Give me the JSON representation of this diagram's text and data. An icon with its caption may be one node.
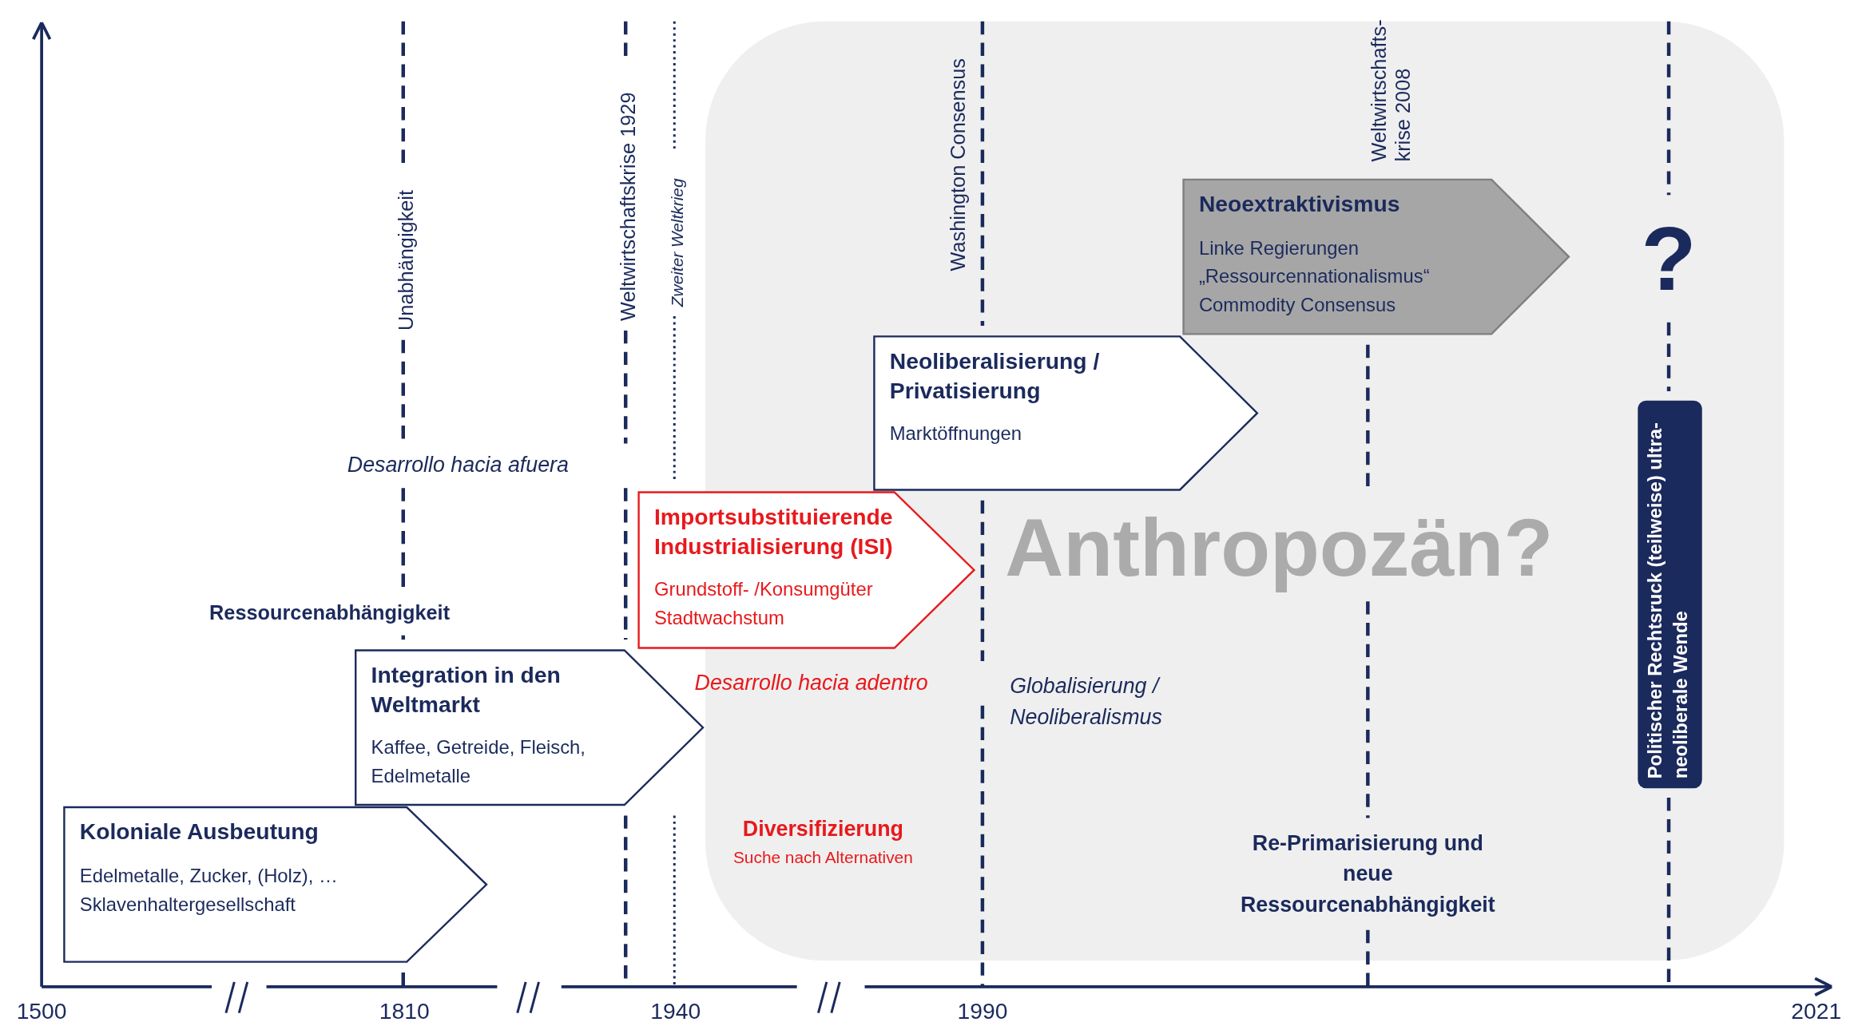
{
  "diagram": {
    "nodes": [
      {
        "text": [
          "Anthropozän?"
        ]
      },
      {
        "text": [
          "Koloniale Ausbeutung",
          "Edelmetalle, Zucker, (Holz), … Sklavenhaltergesellschaft"
        ]
      },
      {
        "text": [
          "Integration in den Weltmarkt",
          "Kaffee, Getreide, Fleisch, Edelmetalle"
        ]
      },
      {
        "text": [
          "Importsubstituierende Industrialisierung (ISI)",
          "Grundstoff- /Konsumgüter Stadtwachstum"
        ]
      },
      {
        "text": [
          "Neoliberalisierung / Privatisierung",
          "Marktöffnungen"
        ],
        "in": 0
      },
      {
        "text": [
          "Neoextraktivismus",
          "Linke Regierungen „Ressourcennationalismus“ Commodity Consensus"
        ],
        "in": 0
      },
      {
        "text": [
          "Politischer Rechtsruck (teilweise) ultra-neoliberale Wende"
        ],
        "in": 0
      }
    ],
    "labels": [
      "Unabhängigkeit",
      "Weltwirtschaftskrise 1929",
      "Zweiter Weltkrieg",
      "Washington Consensus",
      "Weltwirtschafts- krise 2008",
      "?",
      "Desarrollo hacia afuera",
      "Ressourcenabhängigkeit",
      "Desarrollo hacia adentro",
      "Globalisierung / Neoliberalismus",
      "Diversifizierung",
      "Suche nach Alternativen",
      "Re-Primarisierung und neue Ressourcenabhängigkeit",
      "1500",
      "1810",
      "1940",
      "1990",
      "2021"
    ]
  }
}
